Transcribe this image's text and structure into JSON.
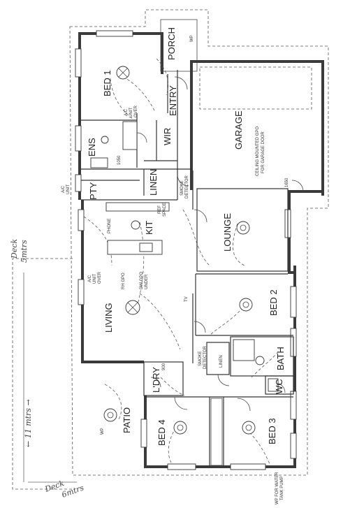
{
  "rooms": {
    "porch": "PORCH",
    "bed1": "BED 1",
    "entry": "ENTRY",
    "garage": "GARAGE",
    "ens": "ENS",
    "wir": "WIR",
    "pty": "PTY",
    "linen_upper": "LINEN",
    "kit": "KIT",
    "lounge": "LOUNGE",
    "living": "LIVING",
    "bed2": "BED 2",
    "linen_lower": "LINEN",
    "bath": "BATH",
    "ldry": "L'DRY",
    "wc": "WC",
    "patio": "PATIO",
    "bed4": "BED 4",
    "bed3": "BED 3"
  },
  "notes": {
    "ceiling_gpo": "CEILING MOUNTED GPO",
    "garage_door": "FOR GARAGE DOOR",
    "smoke1": "SMOKE",
    "detector1": "DETECTOR",
    "smoke2": "SMOKE",
    "detector2": "DETECTOR",
    "ac_unit_ext": "A/C",
    "ac_unit_ext2": "UNIT",
    "ac_unit_over": "A/C",
    "ac_unit_over2": "UNIT",
    "ac_unit_over3": "OVER",
    "ac_living": "A/C",
    "ac_living2": "UNIT",
    "ac_living3": "OVER",
    "phone": "PHONE",
    "rh_gpo": "RH GPO",
    "dw_gpo": "DW GPO",
    "under": "UNDER",
    "ref": "REF",
    "space": "SPACE",
    "wp_water": "WP FOR WATER",
    "tank_pump": "TANK PUMP",
    "wp1": "WP",
    "wp2": "WP",
    "tv": "TV",
    "d1050": "1050",
    "d900": "900",
    "d1650": "1650"
  },
  "handwriting": {
    "dim": "← 11 mtrs →",
    "deck1": "Deck",
    "deck2": "5mtrs",
    "bottom1": "Deck",
    "bottom2": "6mtrs"
  }
}
